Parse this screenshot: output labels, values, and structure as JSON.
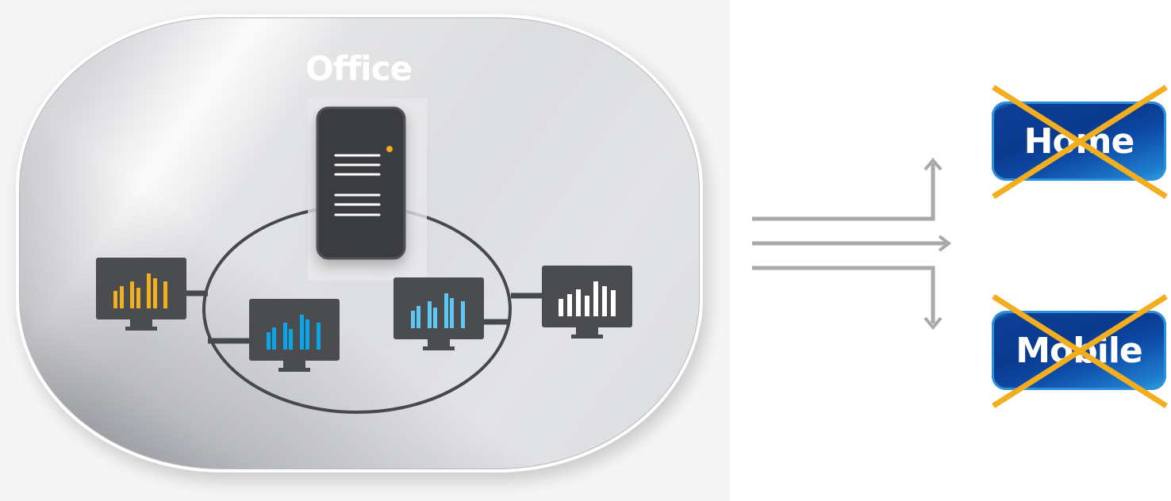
{
  "office": {
    "title": "Office",
    "server": {
      "icon": "server-icon",
      "led_color": "#f2a91e"
    },
    "monitors": [
      {
        "name": "monitor-left-orange",
        "bar_color": "#f2b01e",
        "bars": [
          3,
          4,
          5,
          4,
          7,
          6,
          5
        ]
      },
      {
        "name": "monitor-center-blue",
        "bar_color": "#0aa6e8",
        "bars": [
          3,
          4,
          5,
          4,
          7,
          6,
          5
        ]
      },
      {
        "name": "monitor-center-lightblue",
        "bar_color": "#5ec7f2",
        "bars": [
          3,
          4,
          5,
          4,
          7,
          6,
          5
        ]
      },
      {
        "name": "monitor-right-white",
        "bar_color": "#ffffff",
        "bars": [
          3,
          4,
          5,
          4,
          7,
          6,
          5
        ]
      }
    ]
  },
  "arrows": {
    "color": "#a8a9ab",
    "directions": [
      "up",
      "right",
      "down"
    ]
  },
  "destinations": [
    {
      "label": "Home",
      "crossed_out": true,
      "cross_color": "#f2ae1e"
    },
    {
      "label": "Mobile",
      "crossed_out": true,
      "cross_color": "#f2ae1e"
    }
  ],
  "colors": {
    "device_dark": "#4a4c50",
    "server_dark": "#3a3c3f",
    "badge_blue": "#0a3a8e",
    "cross_orange": "#f2ae1e"
  }
}
